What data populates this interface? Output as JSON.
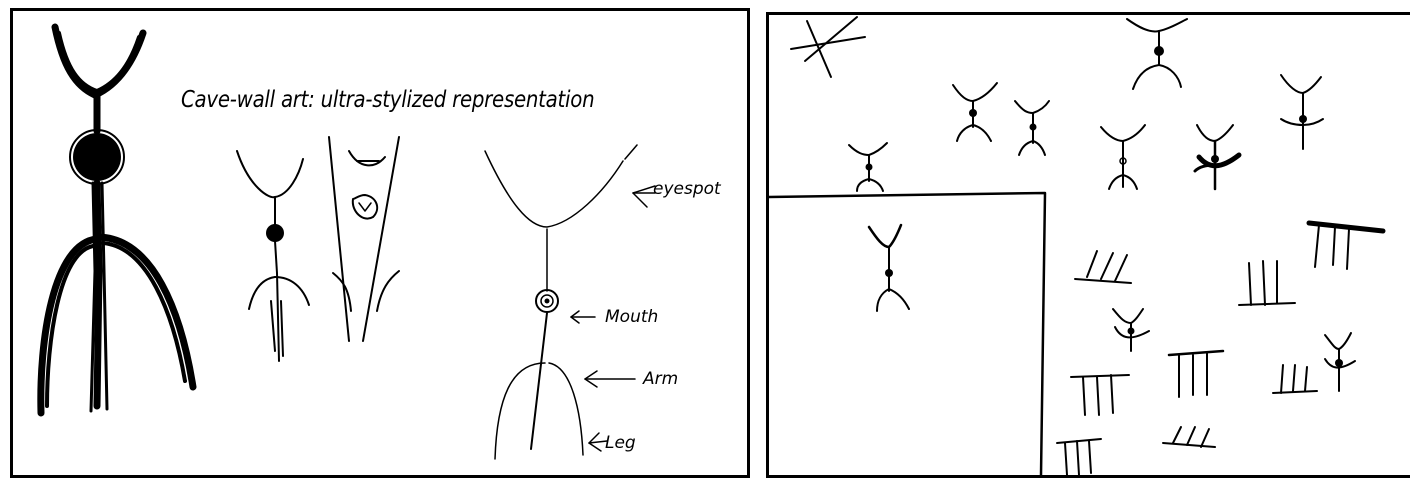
{
  "title": "Cave-wall art: ultra-stylized representation",
  "labels": {
    "eyespot": "eyespot",
    "mouth": "Mouth",
    "arm": "Arm",
    "leg": "Leg"
  },
  "colors": {
    "ink": "#000000",
    "background": "#ffffff"
  }
}
